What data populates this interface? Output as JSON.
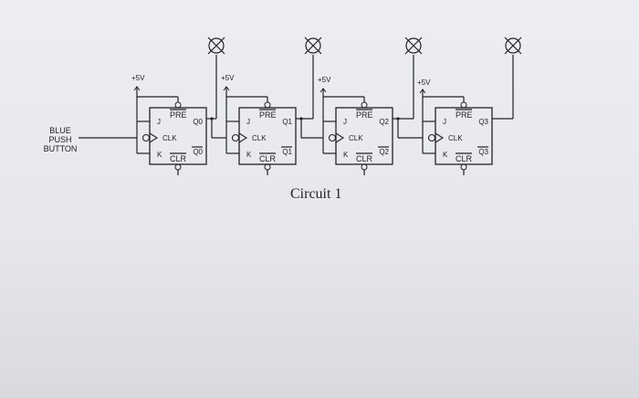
{
  "caption": "Circuit 1",
  "input": {
    "line1": "BLUE",
    "line2": "PUSH",
    "line3": "BUTTON"
  },
  "supply_label": "+5V",
  "pins": {
    "j": "J",
    "k": "K",
    "clk": "CLK",
    "pre": "PRE",
    "clr": "CLR"
  },
  "flipflops": [
    {
      "q": "Q0",
      "qbar": "Q0"
    },
    {
      "q": "Q1",
      "qbar": "Q1"
    },
    {
      "q": "Q2",
      "qbar": "Q2"
    },
    {
      "q": "Q3",
      "qbar": "Q3"
    }
  ],
  "colors": {
    "ink": "#222222",
    "paper": "#e9eaee"
  }
}
